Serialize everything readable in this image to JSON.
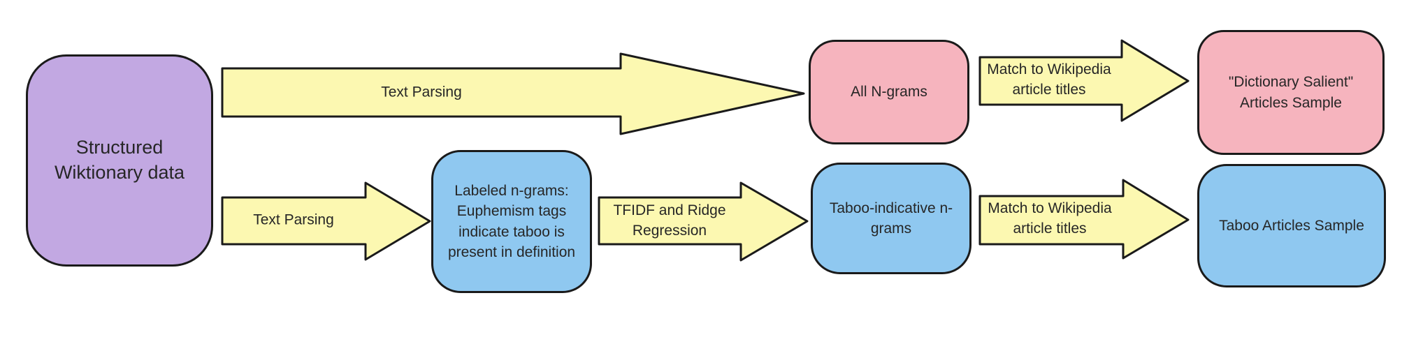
{
  "diagram": {
    "nodes": [
      {
        "id": "structured-wiktionary-data",
        "label": "Structured\nWiktionary data",
        "color": "#c2a8e2"
      },
      {
        "id": "all-n-grams",
        "label": "All N-grams",
        "color": "#f6b4be"
      },
      {
        "id": "dictionary-salient-articles-sample",
        "label": "\"Dictionary Salient\"\nArticles Sample",
        "color": "#f6b4be"
      },
      {
        "id": "labeled-n-grams",
        "label": "Labeled n-grams:\nEuphemism tags\nindicate taboo is\npresent in definition",
        "color": "#8fc8f0"
      },
      {
        "id": "taboo-indicative-n-grams",
        "label": "Taboo-indicative n-\ngrams",
        "color": "#8fc8f0"
      },
      {
        "id": "taboo-articles-sample",
        "label": "Taboo Articles Sample",
        "color": "#8fc8f0"
      }
    ],
    "arrows": [
      {
        "id": "text-parsing-top",
        "label": "Text Parsing"
      },
      {
        "id": "match-to-wikipedia-top",
        "label": "Match to Wikipedia\narticle titles"
      },
      {
        "id": "text-parsing-bottom",
        "label": "Text Parsing"
      },
      {
        "id": "tfidf-ridge-regression",
        "label": "TFIDF and Ridge\nRegression"
      },
      {
        "id": "match-to-wikipedia-bottom",
        "label": "Match to Wikipedia\narticle titles"
      }
    ],
    "colors": {
      "background": "#ffffff",
      "stroke": "#1a1a1a",
      "text": "#262626",
      "arrow_fill": "#fcf8b1",
      "node_purple": "#c2a8e2",
      "node_pink": "#f6b4be",
      "node_blue": "#8fc8f0"
    }
  }
}
